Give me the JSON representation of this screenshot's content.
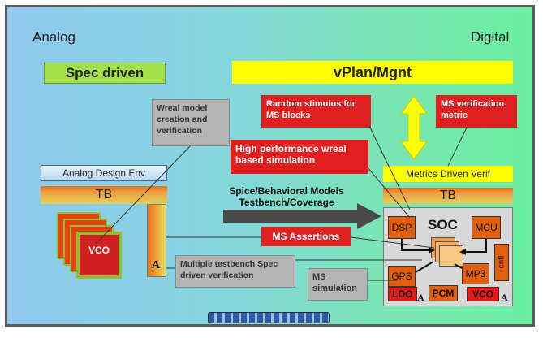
{
  "labels": {
    "analog": "Analog",
    "digital": "Digital",
    "spec_driven": "Spec driven",
    "vplan": "vPlan/Mgnt",
    "wreal_callout": "Wreal model creation and verification",
    "random_stimulus": "Random stimulus for MS blocks",
    "ms_verification_metric": "MS verification metric",
    "high_perf": "High performance wreal based simulation",
    "analog_design_env": "Analog Design Env",
    "metrics_driven": "Metrics Driven Verif",
    "tb_left": "TB",
    "tb_right": "TB",
    "spice_models": "Spice/Behavioral Models",
    "testbench_coverage": "Testbench/Coverage",
    "ms_assertions": "MS Assertions",
    "multiple_testbench": "Multiple testbench Spec driven verification",
    "ms_simulation": "MS simulation",
    "vco_left": "VCO",
    "a_left": "A",
    "a_ldo": "A",
    "a_vco": "A"
  },
  "soc": {
    "title": "SOC",
    "dsp": "DSP",
    "mcu": "MCU",
    "gps": "GPS",
    "mp3": "MP3",
    "cntl": "cntl",
    "ldo": "LDO",
    "pcm": "PCM",
    "vco": "VCO"
  },
  "colors": {
    "accent_yellow": "#ffff00",
    "callout_red": "#e02020",
    "spec_green": "#a4e04a",
    "chip_orange": "#e06010"
  }
}
